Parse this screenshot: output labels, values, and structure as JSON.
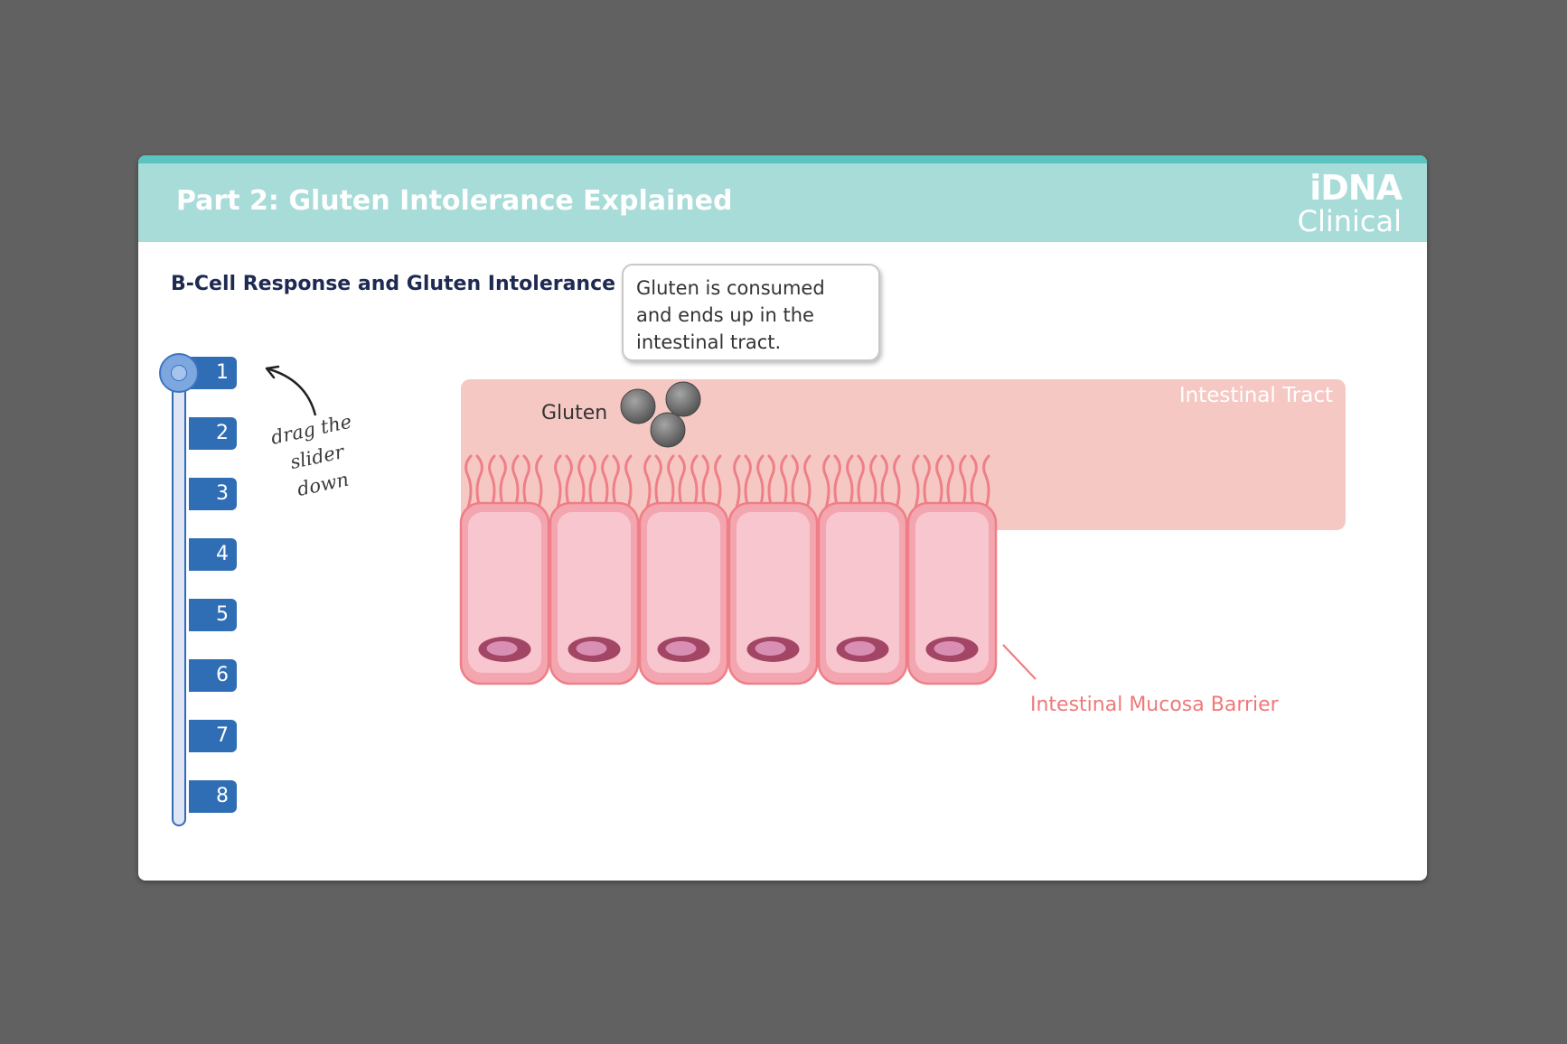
{
  "header": {
    "title": "Part 2: Gluten Intolerance Explained",
    "logo_main": "iDNA",
    "logo_sub": "Clinical"
  },
  "subtitle": "B-Cell Response and Gluten Intolerance",
  "callout": {
    "text": "Gluten is consumed and ends up in the intestinal tract."
  },
  "slider": {
    "steps": [
      "1",
      "2",
      "3",
      "4",
      "5",
      "6",
      "7",
      "8"
    ],
    "current_step": 1,
    "hint": "drag the slider down"
  },
  "diagram": {
    "gluten_label": "Gluten",
    "tract_label": "Intestinal Tract",
    "mucosa_label": "Intestinal Mucosa Barrier",
    "cell_count": 6,
    "colors": {
      "tract": "#f5c8c4",
      "cell_fill": "#f8c6cf",
      "cell_stroke": "#ef7f86",
      "nucleus": "#a34565",
      "gluten": "#6b6b6b"
    }
  },
  "colors": {
    "background": "#616161",
    "header": "#a8dcd8",
    "header_accent": "#5bc4bf",
    "slider": "#2f6db5",
    "subtitle": "#1f2a52"
  }
}
